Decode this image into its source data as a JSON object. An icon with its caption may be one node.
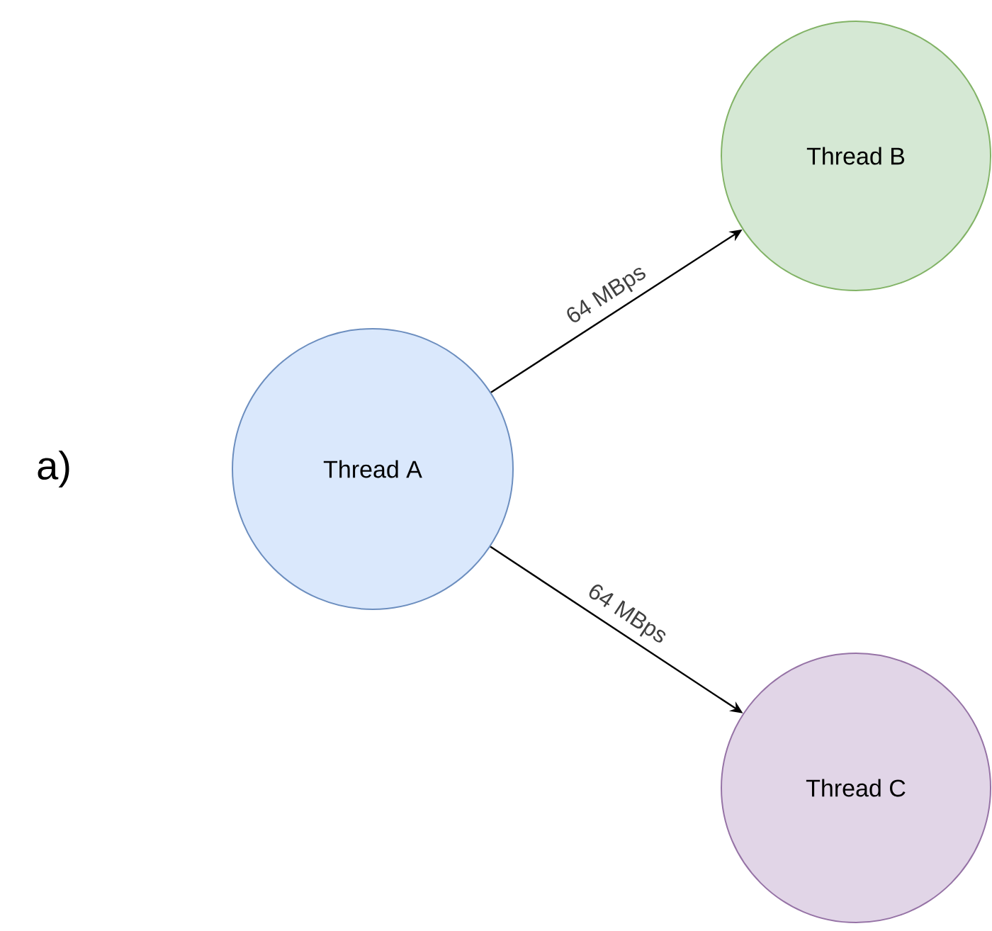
{
  "diagram": {
    "nodes": [
      {
        "text": [
          "Thread A"
        ]
      },
      {
        "text": [
          "Thread B"
        ]
      },
      {
        "text": [
          "Thread C"
        ]
      }
    ],
    "edges": [
      {
        "from": 0,
        "to": 1,
        "arrow": "to",
        "label": "64 MBps"
      },
      {
        "from": 0,
        "to": 2,
        "arrow": "to",
        "label": "64 MBps"
      }
    ],
    "labels": [
      "a)"
    ]
  }
}
